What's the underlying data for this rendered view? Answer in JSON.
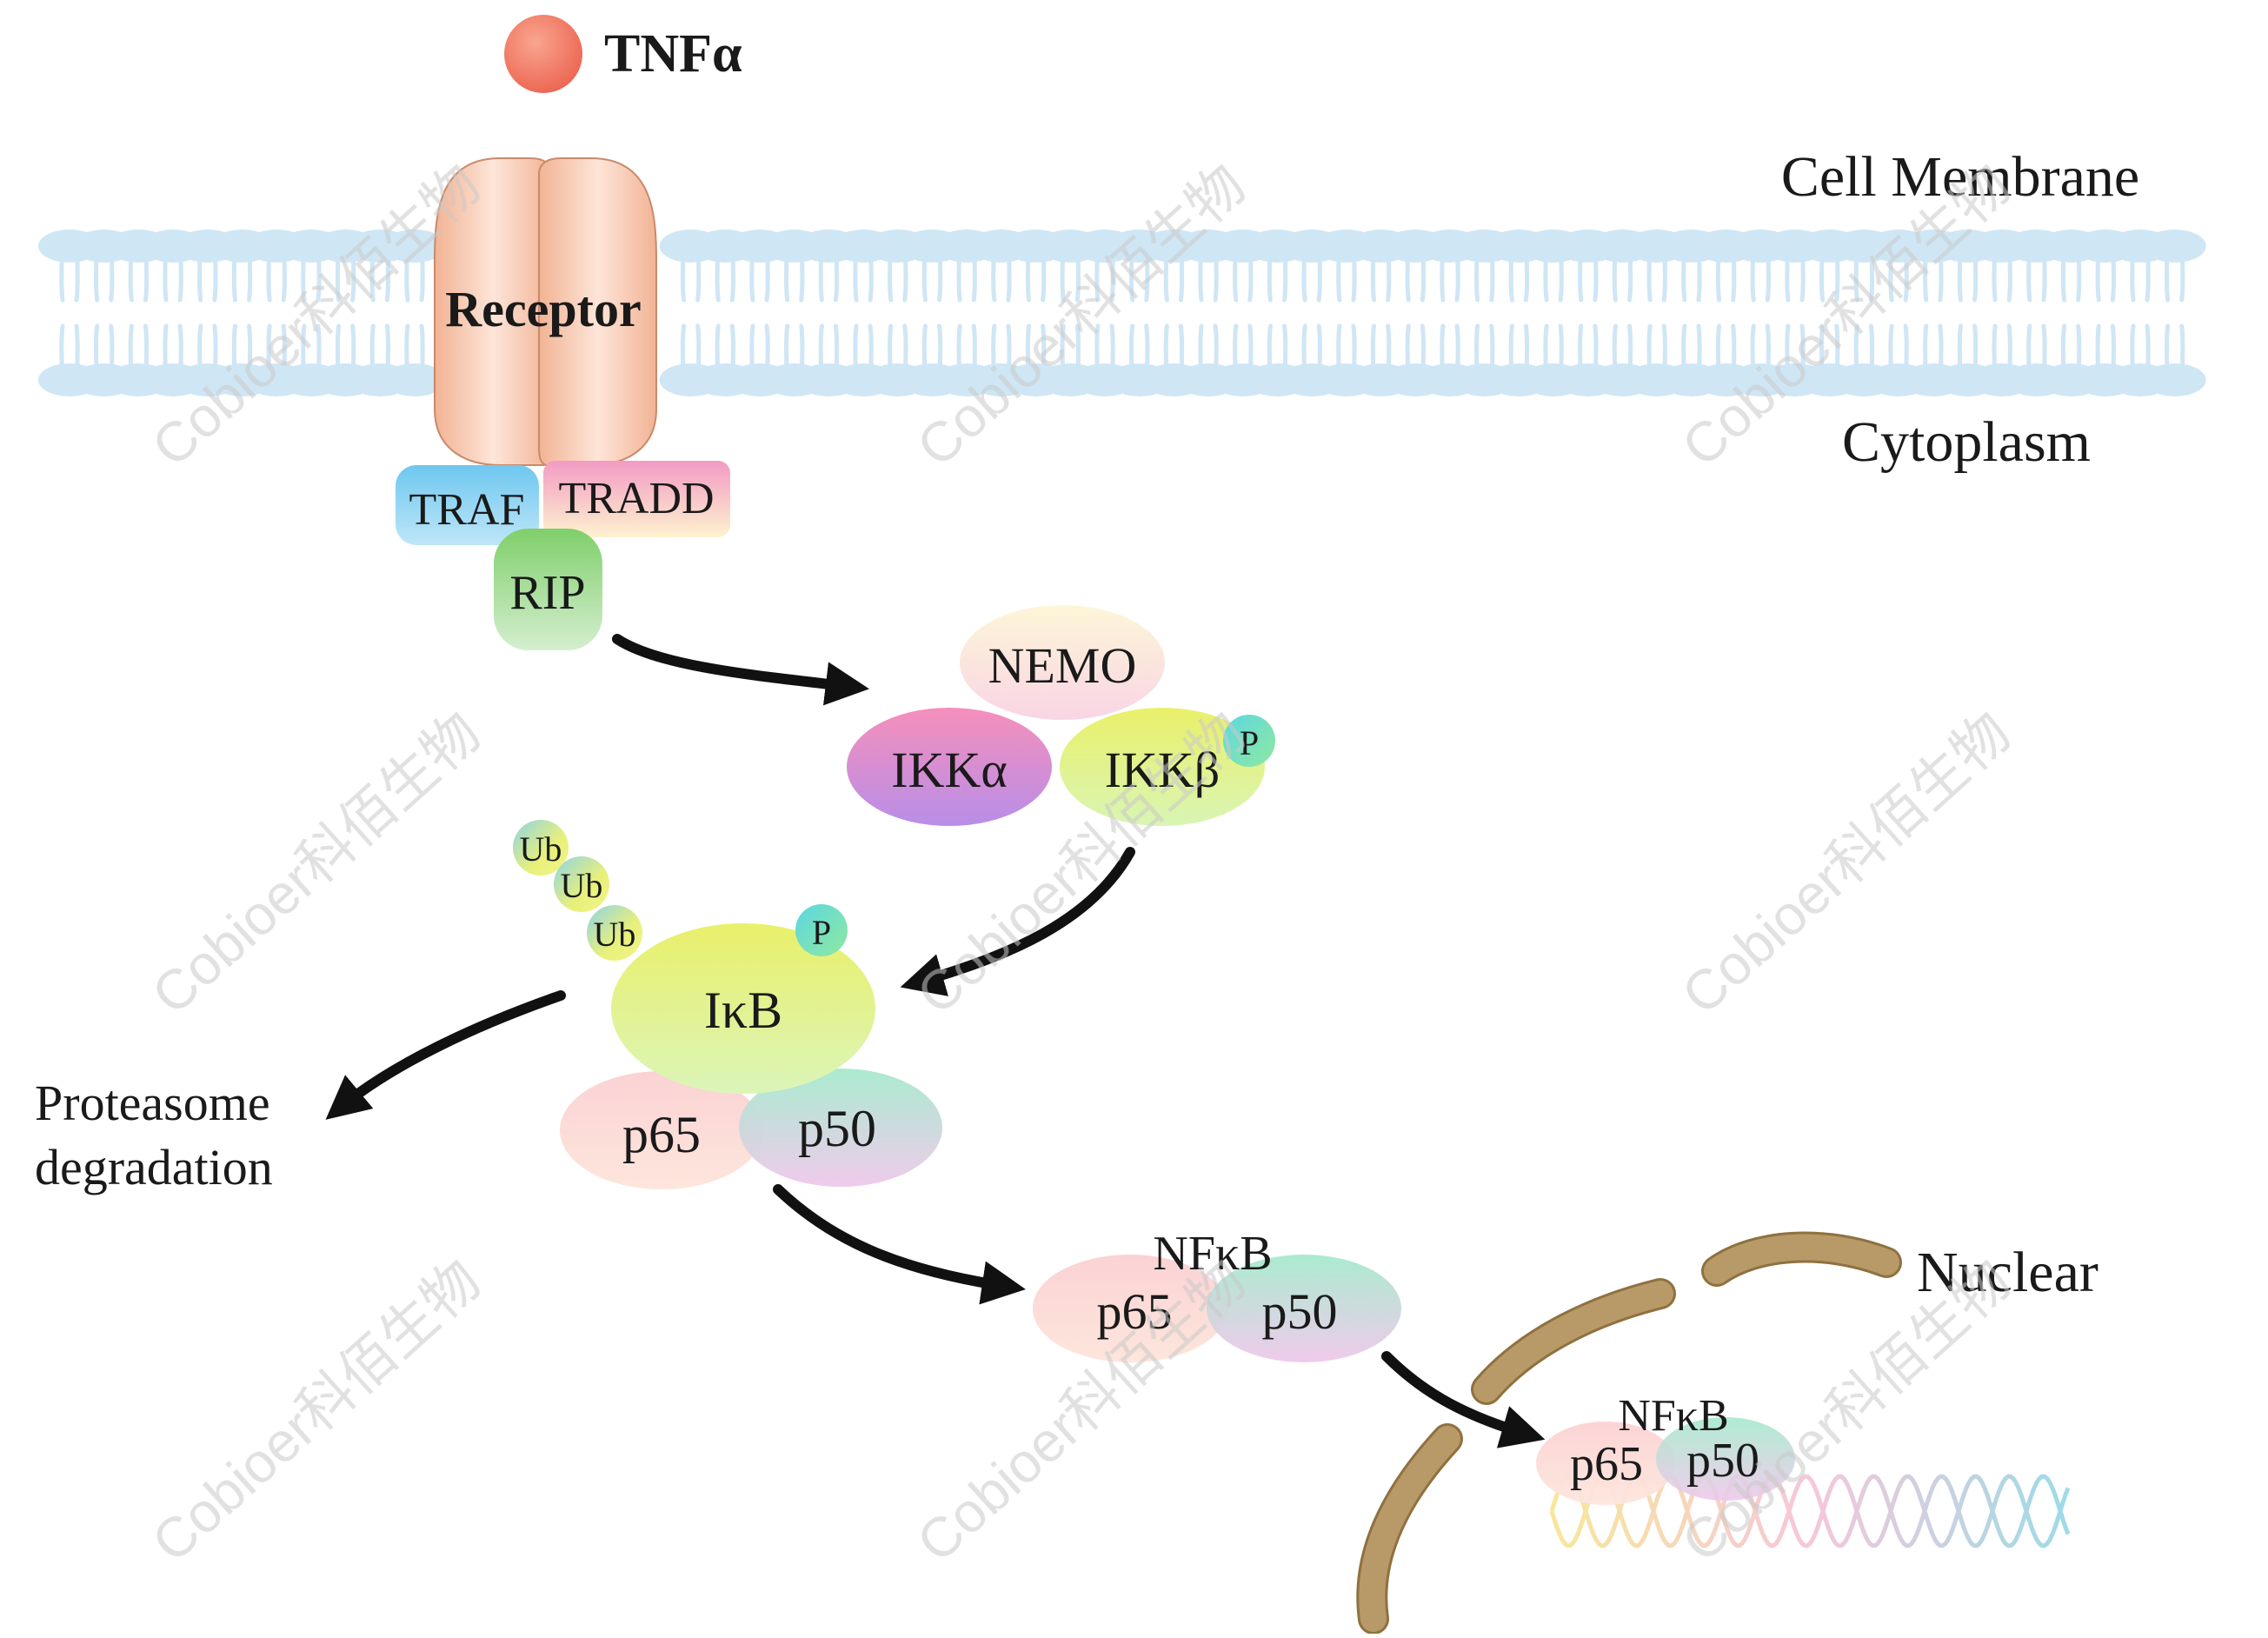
{
  "ligand": {
    "label": "TNFα"
  },
  "compartments": {
    "membrane": "Cell Membrane",
    "cytoplasm": "Cytoplasm",
    "nucleus": "Nuclear"
  },
  "receptor": {
    "label": "Receptor"
  },
  "adaptors": {
    "traf": "TRAF",
    "tradd": "TRADD",
    "rip": "RIP"
  },
  "ikk_complex": {
    "nemo": "NEMO",
    "ikka": "IKKα",
    "ikkb": "IKKβ",
    "phospho": "P"
  },
  "ikb_complex": {
    "ub1": "Ub",
    "ub2": "Ub",
    "ub3": "Ub",
    "phospho": "P",
    "ikb": "IκB",
    "p65": "p65",
    "p50": "p50"
  },
  "degradation": {
    "line1": "Proteasome",
    "line2": "degradation"
  },
  "nfkb_cytoplasm": {
    "label": "NFκB",
    "p65": "p65",
    "p50": "p50"
  },
  "nfkb_nucleus": {
    "label": "NFκB",
    "p65": "p65",
    "p50": "p50"
  },
  "watermark": {
    "text": "Cobioer科佰生物"
  },
  "colors": {
    "tnf": "#f0735f",
    "receptor": "#f6c2a8",
    "traf": "#8ed2f0",
    "tradd": "#f2b9d3",
    "rip": "#9ed98a",
    "nemo": "#fbe6e0",
    "ikka": "#d77fd0",
    "ikkb": "#e8f07e",
    "ikb": "#e6f077",
    "p65": "#fbd9d6",
    "p50": "#b8ead8",
    "membrane": "#cfe6f5",
    "nuclear_envelope": "#b79a68",
    "arrow": "#111111"
  }
}
